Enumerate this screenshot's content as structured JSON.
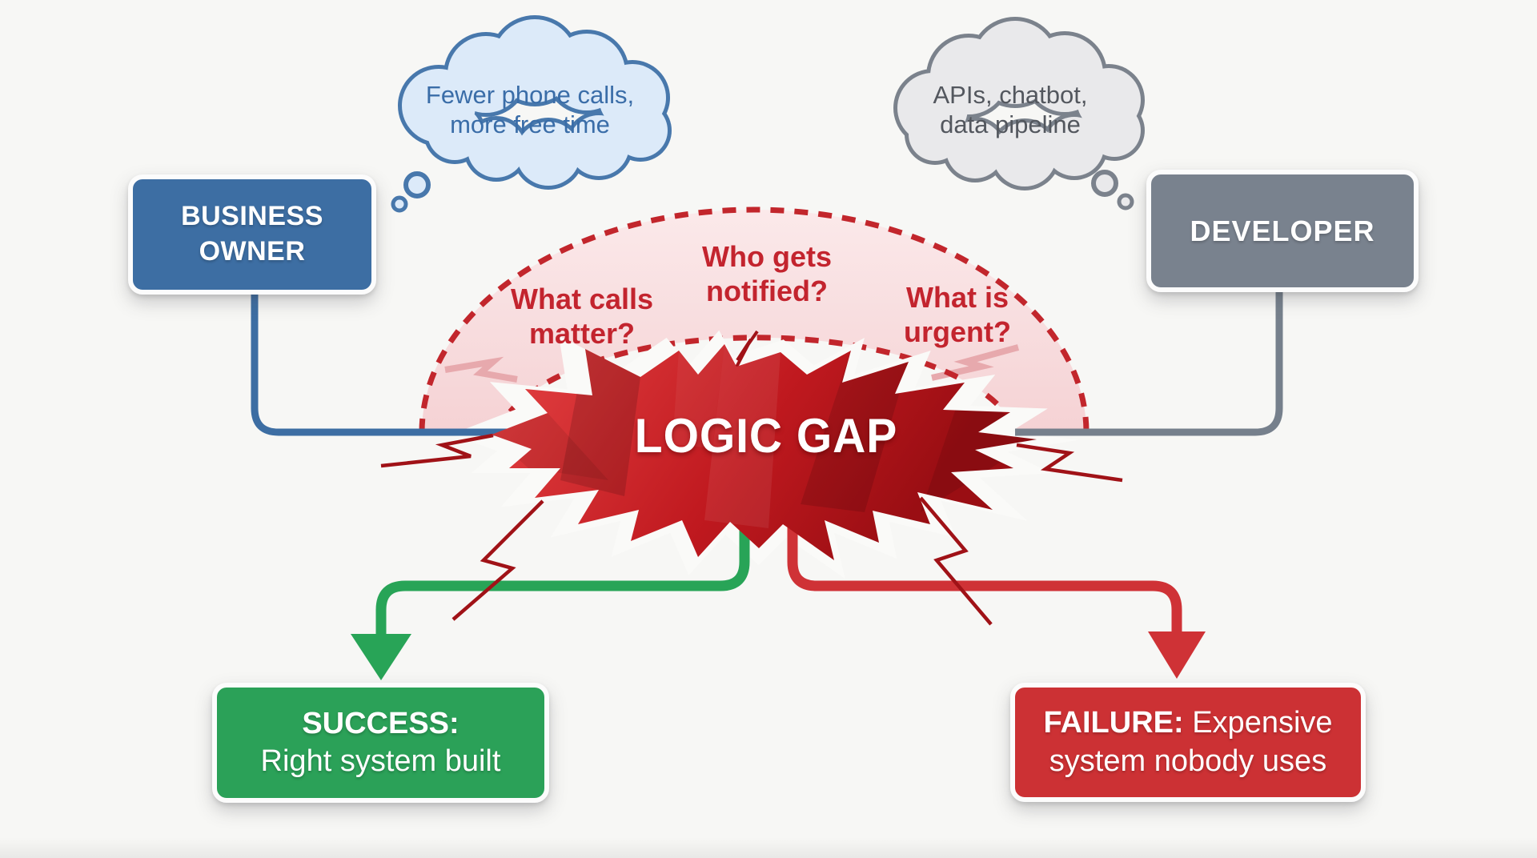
{
  "diagram_title": "Business owner vs developer logic gap",
  "clouds": {
    "owner_thought": {
      "line1": "Fewer phone calls,",
      "line2": "more free time",
      "fill": "#dceaf9",
      "border": "#4878ac",
      "text_color": "#3a6da8"
    },
    "developer_thought": {
      "line1": "APIs, chatbot,",
      "line2": "data pipeline",
      "fill": "#e9e9eb",
      "border": "#7b828c",
      "text_color": "#53575e"
    }
  },
  "actors": {
    "business_owner": {
      "label_line1": "BUSINESS",
      "label_line2": "OWNER",
      "box_color": "#3d6ea3",
      "connector_color": "#3d6ea3"
    },
    "developer": {
      "label": "DEVELOPER",
      "box_color": "#79828e",
      "connector_color": "#76808c"
    }
  },
  "gap_zone": {
    "band_fill": "#f7d7d8",
    "dash_color": "#c2262c",
    "question_text_color": "#c3242e",
    "questions": [
      {
        "line1": "What calls",
        "line2": "matter?"
      },
      {
        "line1": "Who gets",
        "line2": "notified?"
      },
      {
        "line1": "What is",
        "line2": "urgent?"
      }
    ]
  },
  "logic_gap": {
    "label": "LOGIC GAP",
    "fill_bright": "#dd3a3c",
    "fill_dark": "#9a0e13",
    "text_color": "#ffffff"
  },
  "outcomes": {
    "success": {
      "label_bold": "SUCCESS:",
      "label_line2": "Right system built",
      "box_color": "#2ba158",
      "arrow_color": "#28a457"
    },
    "failure": {
      "label_bold": "FAILURE:",
      "label_after_bold": " Expensive",
      "label_line2": "system nobody uses",
      "box_color": "#cc3134",
      "arrow_color": "#cf3236"
    }
  }
}
